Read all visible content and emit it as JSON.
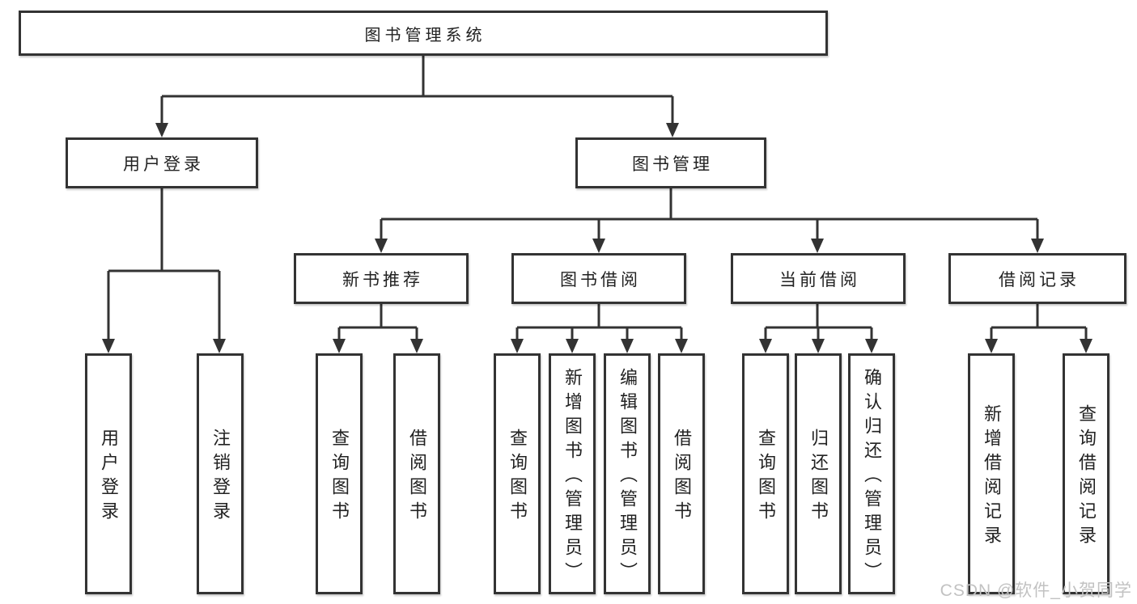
{
  "tree": {
    "label": "图书管理系统",
    "children": [
      {
        "label": "用户登录",
        "children": [
          {
            "label": "用户登录"
          },
          {
            "label": "注销登录"
          }
        ]
      },
      {
        "label": "图书管理",
        "children": [
          {
            "label": "新书推荐",
            "children": [
              {
                "label": "查询图书"
              },
              {
                "label": "借阅图书"
              }
            ]
          },
          {
            "label": "图书借阅",
            "children": [
              {
                "label": "查询图书"
              },
              {
                "label": "新增图书（管理员）"
              },
              {
                "label": "编辑图书（管理员）"
              },
              {
                "label": "借阅图书"
              }
            ]
          },
          {
            "label": "当前借阅",
            "children": [
              {
                "label": "查询图书"
              },
              {
                "label": "归还图书"
              },
              {
                "label": "确认归还（管理员）"
              }
            ]
          },
          {
            "label": "借阅记录",
            "children": [
              {
                "label": "新增借阅记录"
              },
              {
                "label": "查询借阅记录"
              }
            ]
          }
        ]
      }
    ]
  },
  "watermark": {
    "text": "CSDN @软件_小贺同学"
  },
  "colors": {
    "line": "#333333",
    "box_border": "#333333",
    "box_fill": "#ffffff",
    "text": "#222222",
    "watermark": "#c2c2c2",
    "background": "#ffffff"
  }
}
